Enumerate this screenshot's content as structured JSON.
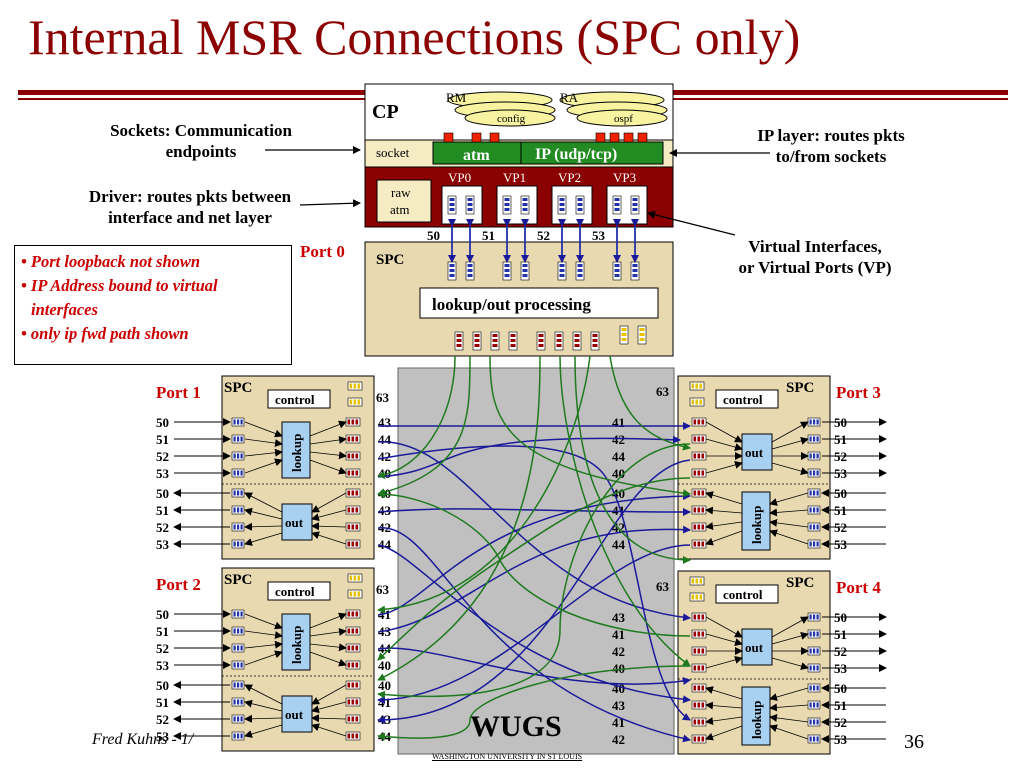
{
  "title": "Internal MSR Connections (SPC only)",
  "cp": {
    "label": "CP",
    "rm": "RM",
    "config": "config",
    "ra": "RA",
    "ospf": "ospf",
    "socket": "socket",
    "atm": "atm",
    "ip": "IP (udp/tcp)",
    "raw_line1": "raw",
    "raw_line2": "atm",
    "vps": [
      "VP0",
      "VP1",
      "VP2",
      "VP3"
    ],
    "vp_numbers": [
      "50",
      "51",
      "52",
      "53"
    ]
  },
  "annotations": {
    "sockets_line1": "Sockets: Communication",
    "sockets_line2": "endpoints",
    "driver_line1": "Driver: routes pkts between",
    "driver_line2": "interface and net layer",
    "iplayer_line1": "IP layer: routes pkts",
    "iplayer_line2": "to/from sockets",
    "vi_line1": "Virtual Interfaces,",
    "vi_line2": "or Virtual Ports (VP)"
  },
  "bullets": [
    "• Port loopback not shown",
    "• IP Address bound to virtual",
    "  interfaces",
    "• only ip fwd path shown"
  ],
  "port0": {
    "label": "Port 0",
    "spc": "SPC",
    "lookup": "lookup/out processing"
  },
  "ports": [
    {
      "label": "Port 1",
      "spc": "SPC",
      "control": "control",
      "c63": "63",
      "left_nums": [
        "50",
        "51",
        "52",
        "53",
        "50",
        "51",
        "52",
        "53"
      ],
      "right_nums": [
        "43",
        "44",
        "42",
        "40",
        "40",
        "43",
        "42",
        "44"
      ],
      "lookup": "lookup",
      "out": "out"
    },
    {
      "label": "Port 2",
      "spc": "SPC",
      "control": "control",
      "c63": "63",
      "left_nums": [
        "50",
        "51",
        "52",
        "53",
        "50",
        "51",
        "52",
        "53"
      ],
      "right_nums": [
        "41",
        "43",
        "44",
        "40",
        "40",
        "41",
        "43",
        "44"
      ],
      "lookup": "lookup",
      "out": "out"
    },
    {
      "label": "Port 3",
      "spc": "SPC",
      "control": "control",
      "c63": "63",
      "left_nums": [
        "41",
        "42",
        "44",
        "40",
        "40",
        "41",
        "42",
        "44"
      ],
      "right_nums": [
        "50",
        "51",
        "52",
        "53",
        "50",
        "51",
        "52",
        "53"
      ],
      "lookup": "lookup",
      "out": "out"
    },
    {
      "label": "Port 4",
      "spc": "SPC",
      "control": "control",
      "c63": "63",
      "left_nums": [
        "43",
        "41",
        "42",
        "40",
        "40",
        "43",
        "41",
        "42"
      ],
      "right_nums": [
        "50",
        "51",
        "52",
        "53",
        "50",
        "51",
        "52",
        "53"
      ],
      "lookup": "lookup",
      "out": "out"
    }
  ],
  "wugs": "WUGS",
  "footer": "Fred Kuhns - 1/",
  "page_number": "36",
  "washington": "WASHINGTON UNIVERSITY IN ST LOUIS",
  "colors": {
    "title": "#8b0000",
    "bullet_text": "#cc0000",
    "spc_fill": "#e8d9b0",
    "cp_driver": "#8b0000",
    "atm_green": "#228b22",
    "wugs_gray": "#c0c0c0"
  }
}
